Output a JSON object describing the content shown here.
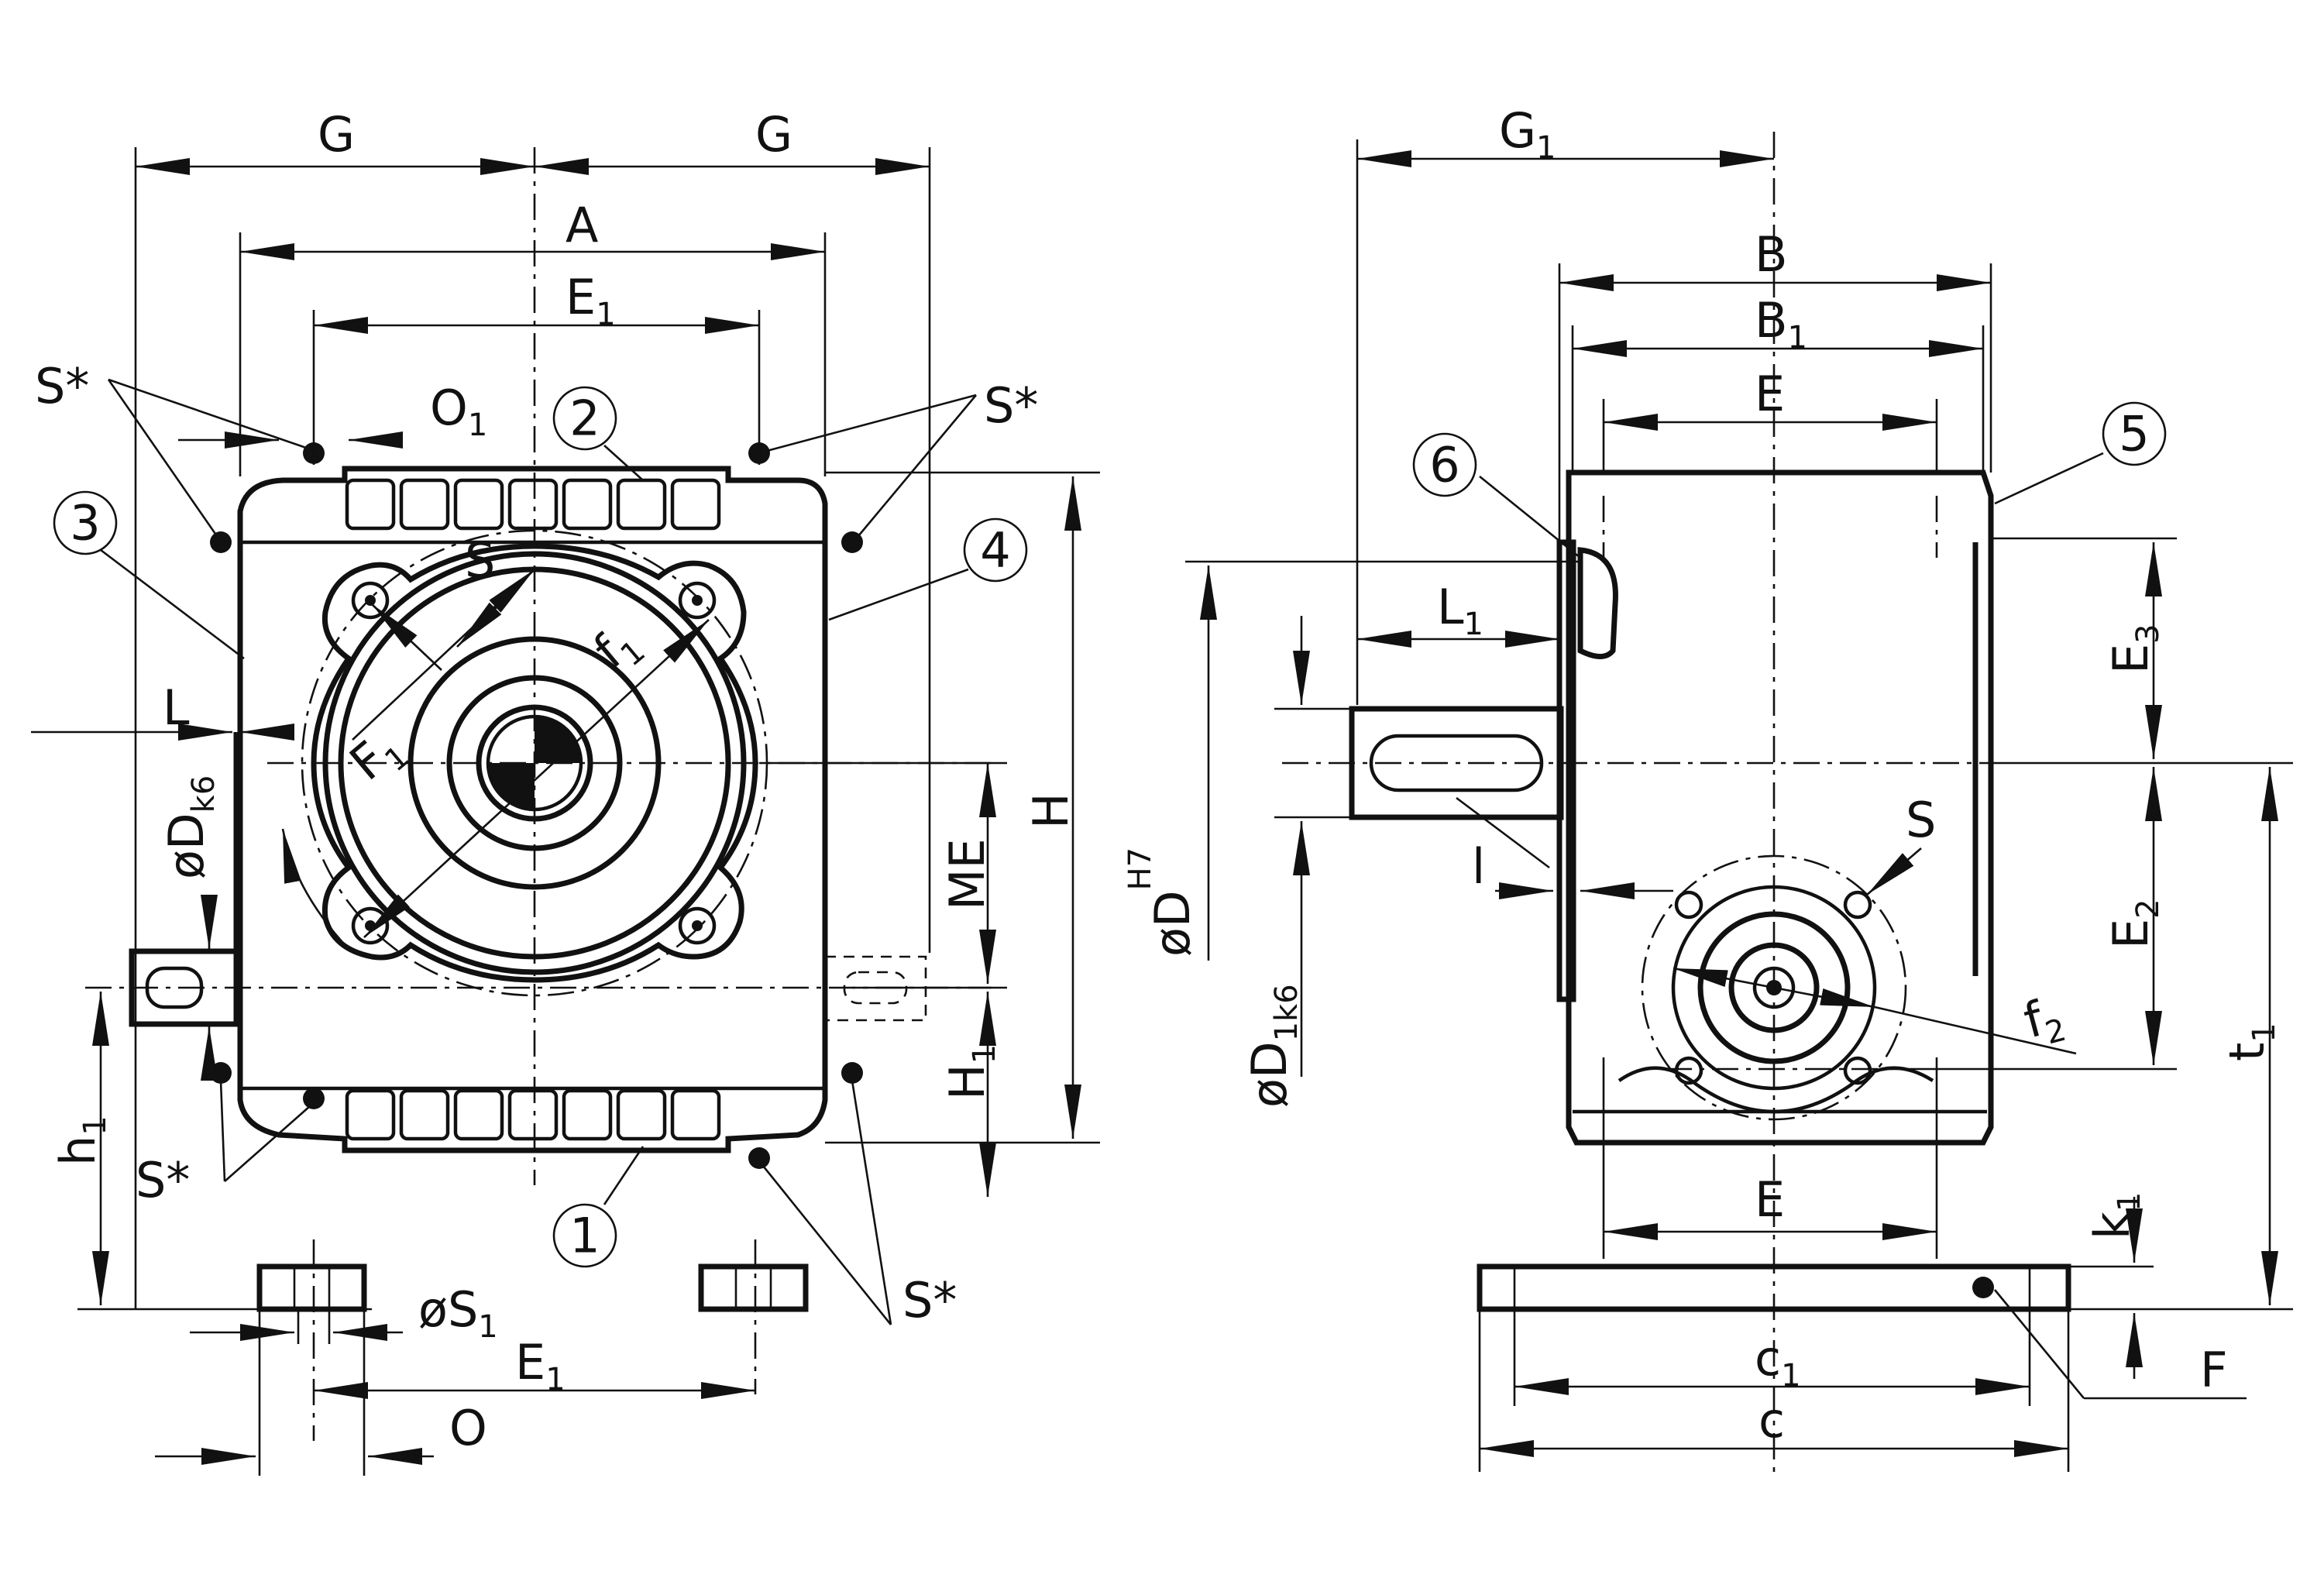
{
  "labels": {
    "G": "G",
    "A": "A",
    "E": "E",
    "O": "O",
    "S": "S",
    "F": "F",
    "L": "L",
    "l": "l",
    "H": "H",
    "ME": "ME",
    "h": "h",
    "f": "f",
    "B": "B",
    "c": "c",
    "k": "k",
    "t": "t",
    "Sstar": "S*",
    "D": "D",
    "dia": "ø",
    "sub1": "1",
    "sub2": "2",
    "sub3": "3",
    "k6": "k6",
    "H7": "H7",
    "one_k6": "1k6"
  },
  "callouts": [
    "1",
    "2",
    "3",
    "4",
    "5",
    "6"
  ]
}
